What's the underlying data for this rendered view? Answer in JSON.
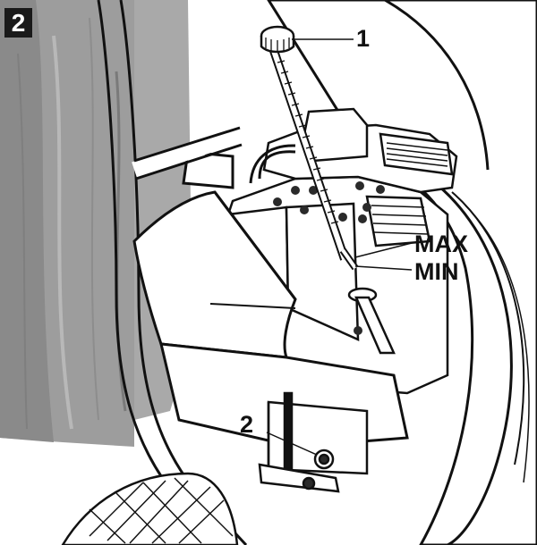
{
  "figure": {
    "number": "2",
    "callouts": {
      "one": "1",
      "two": "2",
      "max": "MAX",
      "min": "MIN"
    }
  },
  "colors": {
    "ink": "#111111",
    "bag": "#9d9d9d",
    "bag_shadow": "#7f7f7f",
    "paper": "#ffffff",
    "engine_dark": "#2a2a2a"
  },
  "icons": [
    "dipstick-icon",
    "drain-plug-icon",
    "engine-icon",
    "collection-bag-icon",
    "tire-icon"
  ]
}
